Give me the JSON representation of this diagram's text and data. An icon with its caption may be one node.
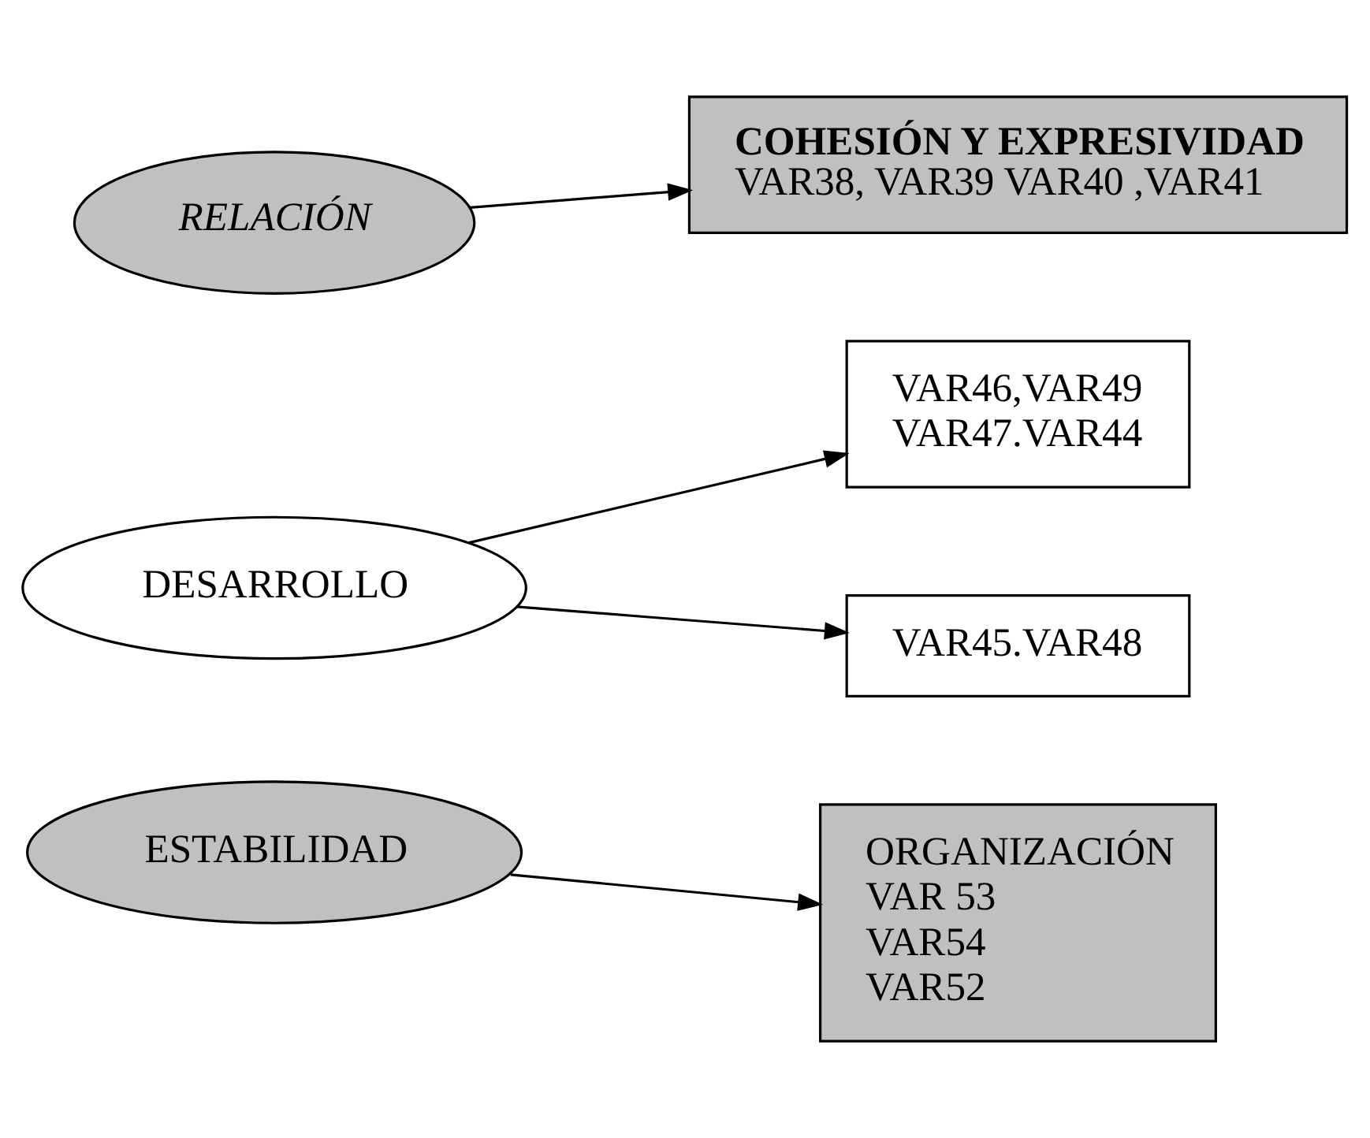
{
  "diagram": {
    "nodes": [
      {
        "text": [
          "RELACIÓN"
        ]
      },
      {
        "text": [
          "COHESIÓN Y EXPRESIVIDAD",
          "VAR38, VAR39 VAR40 ,VAR41"
        ]
      },
      {
        "text": [
          "DESARROLLO"
        ]
      },
      {
        "text": [
          "VAR46,VAR49",
          "VAR47.VAR44"
        ]
      },
      {
        "text": [
          "VAR45.VAR48"
        ]
      },
      {
        "text": [
          "ESTABILIDAD"
        ]
      },
      {
        "text": [
          "ORGANIZACIÓN",
          "VAR 53",
          "VAR54",
          "VAR52"
        ]
      }
    ],
    "edges": [
      {
        "from": 0,
        "to": 1,
        "arrow": "to"
      },
      {
        "from": 2,
        "to": 3,
        "arrow": "to"
      },
      {
        "from": 2,
        "to": 4,
        "arrow": "to"
      },
      {
        "from": 5,
        "to": 6,
        "arrow": "to"
      }
    ]
  }
}
